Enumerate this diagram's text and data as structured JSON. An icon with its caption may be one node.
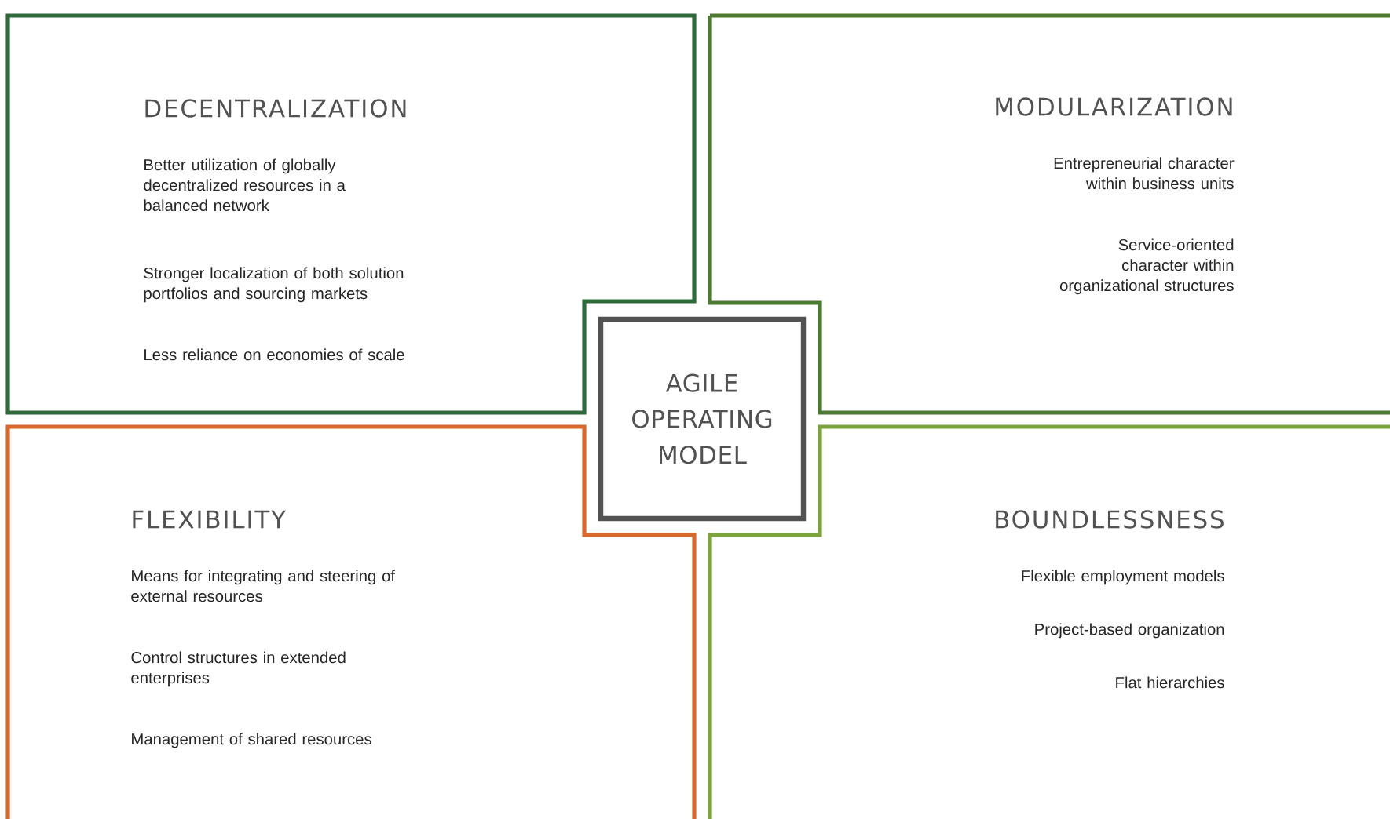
{
  "diagram": {
    "nodes": [
      {
        "text": [
          "DECENTRALIZATION",
          "Better utilization of globally decentralized resources in a balanced network",
          "Stronger localization of both solution portfolios and sourcing markets",
          "Less reliance on economies of scale"
        ]
      },
      {
        "text": [
          "MODULARIZATION",
          "Entrepreneurial character within business units",
          "Service-oriented character within organizational structures"
        ]
      },
      {
        "text": [
          "FLEXIBILITY",
          "Means for integrating and steering of external resources",
          "Control structures in extended enterprises",
          "Management of shared resources"
        ]
      },
      {
        "text": [
          "BOUNDLESSNESS",
          "Flexible employment models",
          "Project-based organization",
          "Flat hierarchies"
        ]
      },
      {
        "text": [
          "AGILE OPERATING MODEL"
        ]
      }
    ]
  }
}
